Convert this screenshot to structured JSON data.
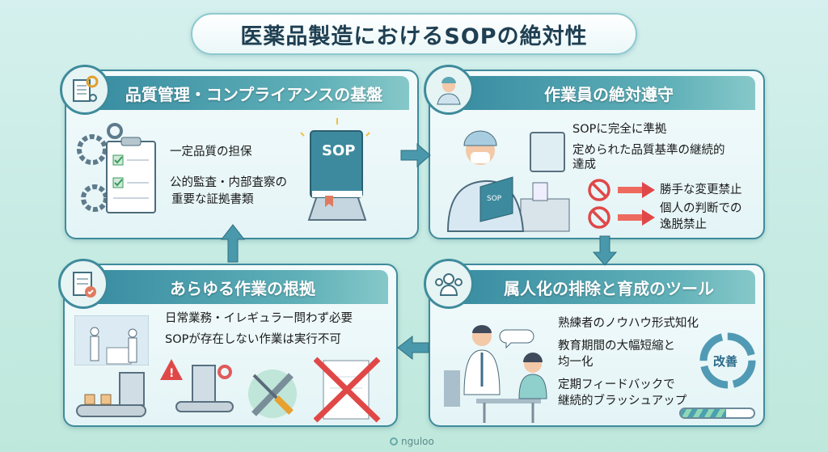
{
  "title": "医薬品製造におけるSOPの絶対性",
  "cards": {
    "quality": {
      "heading": "品質管理・コンプライアンスの基盤",
      "items": [
        "一定品質の担保",
        "公的監査・内部査察の",
        "重要な証拠書類"
      ],
      "book_label": "SOP"
    },
    "worker": {
      "heading": "作業員の絶対遵守",
      "items": [
        "SOPに完全に準拠",
        "定められた品質基準の継続的",
        "達成"
      ],
      "prohibitions": [
        "勝手な変更禁止",
        "個人の判断での",
        "逸脱禁止"
      ],
      "book_label": "SOP"
    },
    "training": {
      "heading": "属人化の排除と育成のツール",
      "items": [
        "熟練者のノウハウ形式知化",
        "教育期間の大幅短縮と",
        "均一化",
        "定期フィードバックで",
        "継続的ブラッシュアップ"
      ],
      "cycle_label": "改善"
    },
    "basis": {
      "heading": "あらゆる作業の根拠",
      "items": [
        "日常業務・イレギュラー問わず必要",
        "SOPが存在しない作業は実行不可"
      ]
    }
  },
  "footer": {
    "brand": "nguloo"
  },
  "colors": {
    "accent": "#3f8b9c",
    "prohibit": "#e04848",
    "arrow": "#4a98ab"
  }
}
